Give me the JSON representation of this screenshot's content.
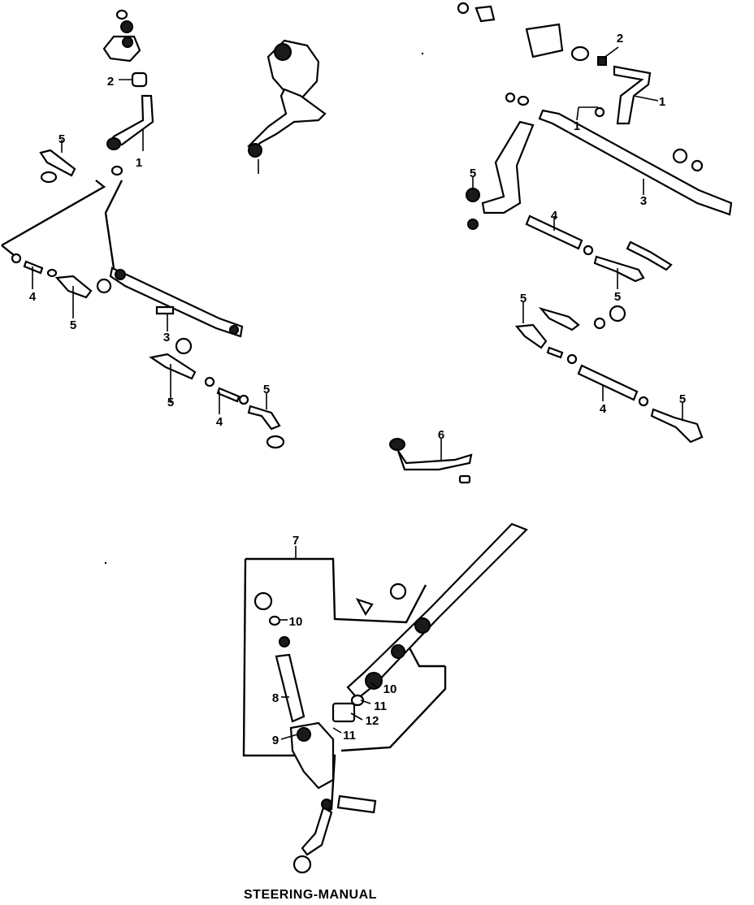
{
  "caption": "STEERING-MANUAL",
  "callouts": [
    {
      "id": "c1a",
      "text": "1"
    },
    {
      "id": "c1b",
      "text": "1"
    },
    {
      "id": "c1c",
      "text": "1"
    },
    {
      "id": "c2a",
      "text": "2"
    },
    {
      "id": "c2b",
      "text": "2"
    },
    {
      "id": "c3a",
      "text": "3"
    },
    {
      "id": "c3b",
      "text": "3"
    },
    {
      "id": "c4a",
      "text": "4"
    },
    {
      "id": "c4b",
      "text": "4"
    },
    {
      "id": "c4c",
      "text": "4"
    },
    {
      "id": "c4d",
      "text": "4"
    },
    {
      "id": "c5a",
      "text": "5"
    },
    {
      "id": "c5b",
      "text": "5"
    },
    {
      "id": "c5c",
      "text": "5"
    },
    {
      "id": "c5d",
      "text": "5"
    },
    {
      "id": "c5e",
      "text": "5"
    },
    {
      "id": "c5f",
      "text": "5"
    },
    {
      "id": "c5g",
      "text": "5"
    },
    {
      "id": "c5h",
      "text": "5"
    },
    {
      "id": "c6",
      "text": "6"
    },
    {
      "id": "c7",
      "text": "7"
    },
    {
      "id": "c8",
      "text": "8"
    },
    {
      "id": "c9",
      "text": "9"
    },
    {
      "id": "c10a",
      "text": "10"
    },
    {
      "id": "c10b",
      "text": "10"
    },
    {
      "id": "c11a",
      "text": "11"
    },
    {
      "id": "c11b",
      "text": "11"
    },
    {
      "id": "c12",
      "text": "12"
    }
  ]
}
